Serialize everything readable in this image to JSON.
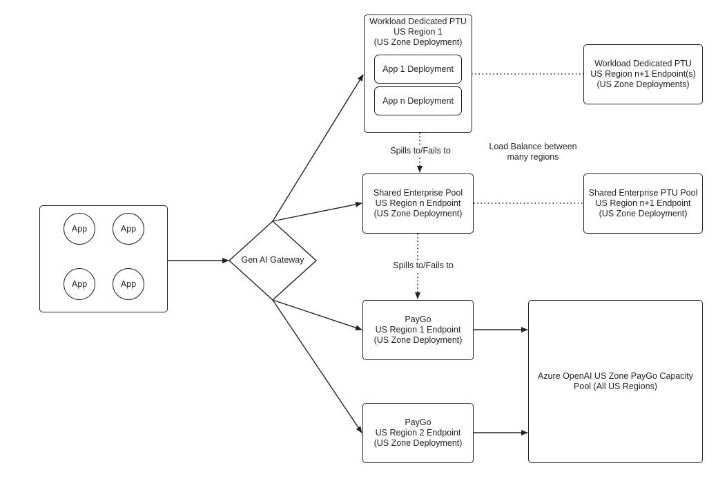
{
  "apps": {
    "labels": [
      "App",
      "App",
      "App",
      "App"
    ]
  },
  "gateway": {
    "label": "Gen AI Gateway"
  },
  "workload_ptu_region1": {
    "lines": [
      "Workload Dedicated PTU",
      "US Region 1",
      "(US Zone Deployment)"
    ],
    "deployments": [
      "App 1 Deployment",
      "App n Deployment"
    ]
  },
  "workload_ptu_regionn1": {
    "lines": [
      "Workload Dedicated PTU",
      "US Region n+1 Endpoint(s)",
      "(US Zone Deployments)"
    ]
  },
  "shared_pool": {
    "lines": [
      "Shared Enterprise Pool",
      "US Region n Endpoint",
      "(US Zone Deployment)"
    ]
  },
  "shared_ptu_pool_n1": {
    "lines": [
      "Shared Enterprise PTU Pool",
      "US Region n+1 Endpoint",
      "(US Zone Deployment)"
    ]
  },
  "paygo_region1": {
    "lines": [
      "PayGo",
      "US Region 1 Endpoint",
      "(US Zone Deployment)"
    ]
  },
  "paygo_region2": {
    "lines": [
      "PayGo",
      "US Region 2 Endpoint",
      "(US Zone Deployment)"
    ]
  },
  "azure_pool": {
    "lines": [
      "Azure OpenAI US Zone PayGo Capacity",
      "Pool (All US Regions)"
    ]
  },
  "edge_labels": {
    "spills_1": "Spills to/Fails to",
    "spills_2": "Spills to/Fails to",
    "load_balance": [
      "Load Balance between",
      "many regions"
    ]
  }
}
